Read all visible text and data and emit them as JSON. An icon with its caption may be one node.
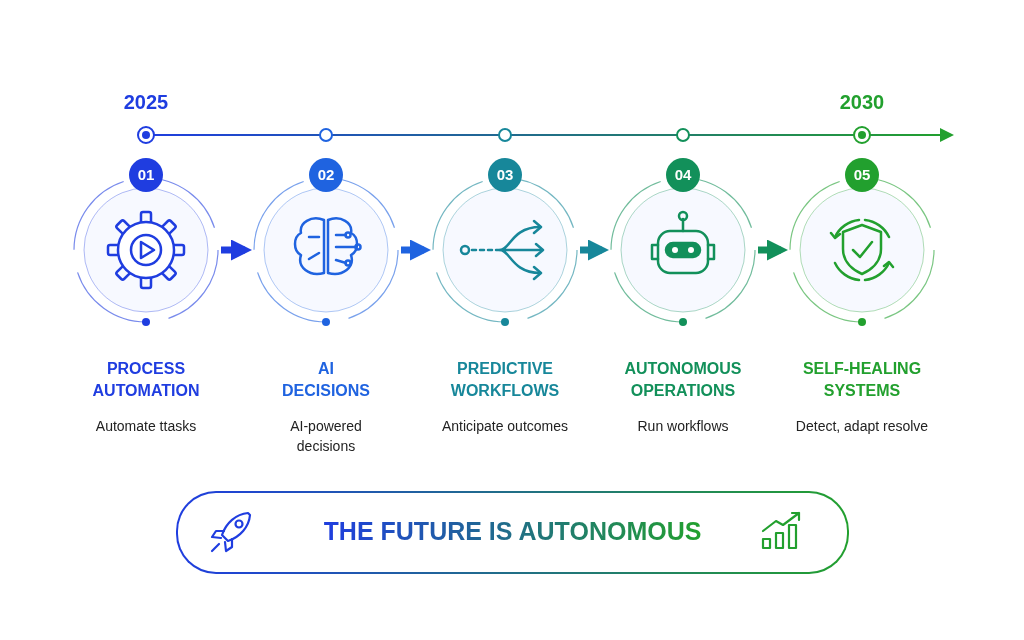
{
  "diagram": {
    "nodes": [
      {
        "text": [
          "01",
          "PROCESS AUTOMATION",
          "Automate ttasks"
        ]
      },
      {
        "text": [
          "02",
          "AI DECISIONS",
          "AI-powered decisions"
        ]
      },
      {
        "text": [
          "03",
          "PREDICTIVE WORKFLOWS",
          "Anticipate outcomes"
        ]
      },
      {
        "text": [
          "04",
          "AUTONOMOUS OPERATIONS",
          "Run workflows"
        ]
      },
      {
        "text": [
          "05",
          "SELF-HEALING SYSTEMS",
          "Detect, adapt resolve"
        ]
      },
      {
        "text": [
          "THE FUTURE IS AUTONOMOUS"
        ]
      }
    ],
    "edges": [
      {
        "from": 0,
        "to": 1,
        "arrow": "to",
        "color": "#1f3de0"
      },
      {
        "from": 1,
        "to": 2,
        "arrow": "to",
        "color": "#1f63e0"
      },
      {
        "from": 2,
        "to": 3,
        "arrow": "to",
        "color": "#17879a"
      },
      {
        "from": 3,
        "to": 4,
        "arrow": "to",
        "color": "#12905a"
      }
    ],
    "labels": [
      "2025",
      "2030"
    ]
  }
}
